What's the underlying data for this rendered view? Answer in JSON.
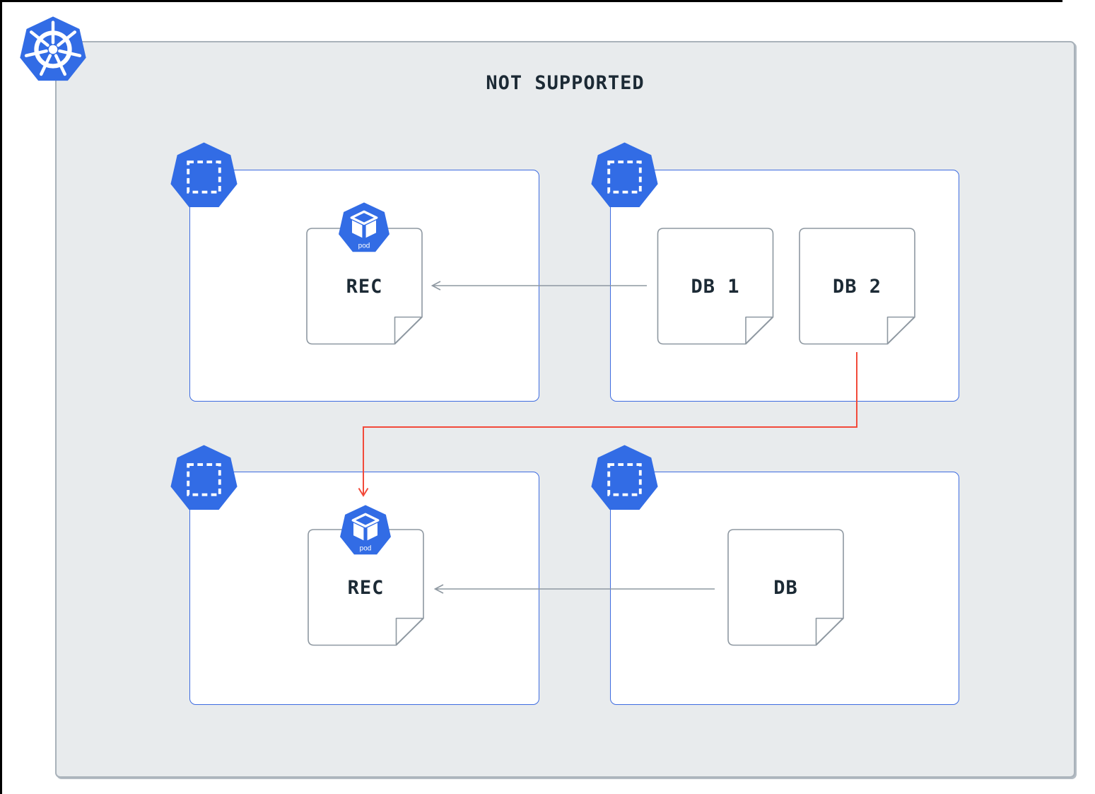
{
  "title": "NOT SUPPORTED",
  "cluster": {
    "namespaces": {
      "top_left": {
        "pod": {
          "badge": "pod",
          "label": "REC"
        }
      },
      "top_right": {
        "notes": {
          "db1": "DB 1",
          "db2": "DB 2"
        }
      },
      "bottom_left": {
        "pod": {
          "badge": "pod",
          "label": "REC"
        }
      },
      "bottom_right": {
        "notes": {
          "db": "DB"
        }
      }
    }
  },
  "icons": {
    "kubernetes_logo": "kubernetes-helm-wheel",
    "namespace": "blue-heptagon-dashed-square",
    "pod": "blue-heptagon-cube"
  },
  "colors": {
    "kubernetes_blue": "#326ce5",
    "namespace_border_blue": "#3d6be0",
    "cluster_background": "#e8ebed",
    "cluster_border": "#a9b2ba",
    "note_border_gray": "#8e98a1",
    "arrow_gray": "#8e98a1",
    "arrow_red": "#f24a3a",
    "text_dark": "#1c2a35"
  }
}
